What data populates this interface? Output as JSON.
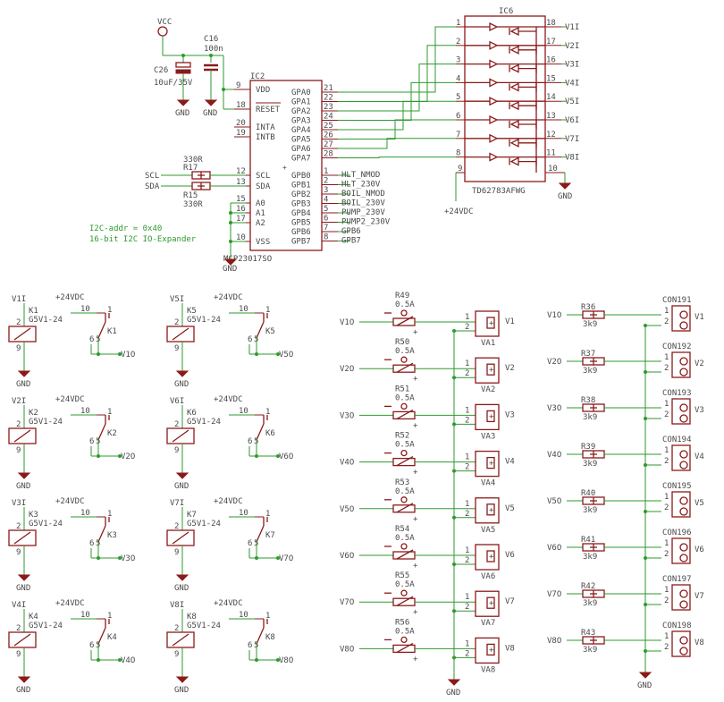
{
  "ic2": {
    "ref": "IC2",
    "value": "MCP23017SO",
    "left_pins": [
      {
        "num": "9",
        "name": "VDD"
      },
      {
        "num": "18",
        "name": "RESET"
      },
      {
        "num": "20",
        "name": "INTA"
      },
      {
        "num": "19",
        "name": "INTB"
      },
      {
        "num": "12",
        "name": "SCL"
      },
      {
        "num": "13",
        "name": "SDA"
      },
      {
        "num": "15",
        "name": "A0"
      },
      {
        "num": "16",
        "name": "A1"
      },
      {
        "num": "17",
        "name": "A2"
      },
      {
        "num": "10",
        "name": "VSS"
      }
    ],
    "right_pins": [
      {
        "num": "21",
        "name": "GPA0"
      },
      {
        "num": "22",
        "name": "GPA1"
      },
      {
        "num": "23",
        "name": "GPA2"
      },
      {
        "num": "24",
        "name": "GPA3"
      },
      {
        "num": "25",
        "name": "GPA4"
      },
      {
        "num": "26",
        "name": "GPA5"
      },
      {
        "num": "27",
        "name": "GPA6"
      },
      {
        "num": "28",
        "name": "GPA7"
      },
      {
        "num": "1",
        "name": "GPB0"
      },
      {
        "num": "2",
        "name": "GPB1"
      },
      {
        "num": "3",
        "name": "GPB2"
      },
      {
        "num": "4",
        "name": "GPB3"
      },
      {
        "num": "5",
        "name": "GPB4"
      },
      {
        "num": "6",
        "name": "GPB5"
      },
      {
        "num": "7",
        "name": "GPB6"
      },
      {
        "num": "8",
        "name": "GPB7"
      }
    ],
    "gpb_nets": [
      "HLT_NMOD",
      "HLT_230V",
      "BOIL_NMOD",
      "BOIL_230V",
      "PUMP_230V",
      "PUMP2_230V",
      "GPB6",
      "GPB7"
    ]
  },
  "ic6": {
    "ref": "IC6",
    "value": "TD62783AFWG",
    "in_pins": [
      "1",
      "2",
      "3",
      "4",
      "5",
      "6",
      "7",
      "8"
    ],
    "out_pins": [
      "18",
      "17",
      "16",
      "15",
      "14",
      "13",
      "12",
      "11"
    ],
    "out_nets": [
      "V1I",
      "V2I",
      "V3I",
      "V4I",
      "V5I",
      "V6I",
      "V7I",
      "V8I"
    ],
    "vcc_pin": "9",
    "gnd_pin": "10"
  },
  "power": {
    "vcc": "VCC",
    "c16_ref": "C16",
    "c16_value": "100n",
    "c26_ref": "C26",
    "c26_value": "10uF/35V",
    "gnd": "GND",
    "v24": "+24VDC"
  },
  "i2c": {
    "scl_net": "SCL",
    "sda_net": "SDA",
    "r17_ref": "R17",
    "r17_value": "330R",
    "r15_ref": "R15",
    "r15_value": "330R",
    "note1": "I2C-addr = 0x40",
    "note2": "16-bit I2C IO-Expander"
  },
  "relays": [
    {
      "ref": "K1",
      "in": "V1I",
      "out": "V1O"
    },
    {
      "ref": "K2",
      "in": "V2I",
      "out": "V2O"
    },
    {
      "ref": "K3",
      "in": "V3I",
      "out": "V3O"
    },
    {
      "ref": "K4",
      "in": "V4I",
      "out": "V4O"
    },
    {
      "ref": "K5",
      "in": "V5I",
      "out": "V5O"
    },
    {
      "ref": "K6",
      "in": "V6I",
      "out": "V6O"
    },
    {
      "ref": "K7",
      "in": "V7I",
      "out": "V7O"
    },
    {
      "ref": "K8",
      "in": "V8I",
      "out": "V8O"
    }
  ],
  "relay_value": "G5V1-24",
  "relay_pins": {
    "p2": "2",
    "p9": "9",
    "p10": "10",
    "p1": "1",
    "p6": "6",
    "p5": "5"
  },
  "fuses": [
    {
      "ref": "R49",
      "value": "0.5A",
      "net": "V1O",
      "va": "VA1",
      "v": "V1"
    },
    {
      "ref": "R50",
      "value": "0.5A",
      "net": "V2O",
      "va": "VA2",
      "v": "V2"
    },
    {
      "ref": "R51",
      "value": "0.5A",
      "net": "V3O",
      "va": "VA3",
      "v": "V3"
    },
    {
      "ref": "R52",
      "value": "0.5A",
      "net": "V4O",
      "va": "VA4",
      "v": "V4"
    },
    {
      "ref": "R53",
      "value": "0.5A",
      "net": "V5O",
      "va": "VA5",
      "v": "V5"
    },
    {
      "ref": "R54",
      "value": "0.5A",
      "net": "V6O",
      "va": "VA6",
      "v": "V6"
    },
    {
      "ref": "R55",
      "value": "0.5A",
      "net": "V7O",
      "va": "VA7",
      "v": "V7"
    },
    {
      "ref": "R56",
      "value": "0.5A",
      "net": "V8O",
      "va": "VA8",
      "v": "V8"
    }
  ],
  "leds": [
    {
      "ref": "R36",
      "value": "3k9",
      "net": "V1O",
      "con": "CON191",
      "v": "V1"
    },
    {
      "ref": "R37",
      "value": "3k9",
      "net": "V2O",
      "con": "CON192",
      "v": "V2"
    },
    {
      "ref": "R38",
      "value": "3k9",
      "net": "V3O",
      "con": "CON193",
      "v": "V3"
    },
    {
      "ref": "R39",
      "value": "3k9",
      "net": "V4O",
      "con": "CON194",
      "v": "V4"
    },
    {
      "ref": "R40",
      "value": "3k9",
      "net": "V5O",
      "con": "CON195",
      "v": "V5"
    },
    {
      "ref": "R41",
      "value": "3k9",
      "net": "V6O",
      "con": "CON196",
      "v": "V6"
    },
    {
      "ref": "R42",
      "value": "3k9",
      "net": "V7O",
      "con": "CON197",
      "v": "V7"
    },
    {
      "ref": "R43",
      "value": "3k9",
      "net": "V8O",
      "con": "CON198",
      "v": "V8"
    }
  ],
  "pin_labels": {
    "one": "1",
    "two": "2",
    "plus": "+"
  }
}
